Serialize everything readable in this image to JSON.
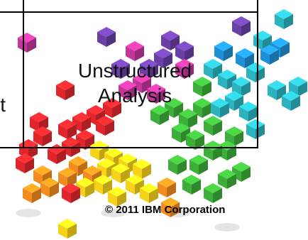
{
  "slide": {
    "title_line1": "Unstructured",
    "title_line2": "Analysis",
    "left_cut_text": "t",
    "copyright": "© 2011 IBM Corporation"
  },
  "colors": {
    "red": "#e0262b",
    "orange": "#f28c1e",
    "yellow": "#f6d21b",
    "green": "#3dae3a",
    "teal": "#2bb3c0",
    "blue": "#1f8fd6",
    "purple": "#6a3fa6",
    "magenta": "#c2369a",
    "frame": "#000000"
  }
}
